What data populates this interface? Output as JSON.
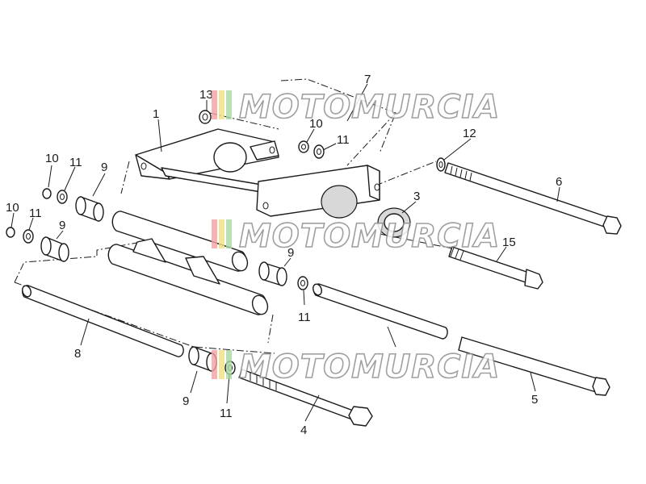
{
  "diagram": {
    "callouts": {
      "c1": "1",
      "c3": "3",
      "c4": "4",
      "c5": "5",
      "c6": "6",
      "c7": "7",
      "c8": "8",
      "c9a": "9",
      "c9b": "9",
      "c9c": "9",
      "c9d": "9",
      "c10a": "10",
      "c10b": "10",
      "c10c": "10",
      "c11a": "11",
      "c11b": "11",
      "c11c": "11",
      "c11d": "11",
      "c11e": "11",
      "c12": "12",
      "c13": "13",
      "c15": "15"
    }
  },
  "watermark": {
    "text": "MOTOMURCIA",
    "colors": [
      "#f4a0a0",
      "#f0e080",
      "#a8d8a0"
    ]
  }
}
